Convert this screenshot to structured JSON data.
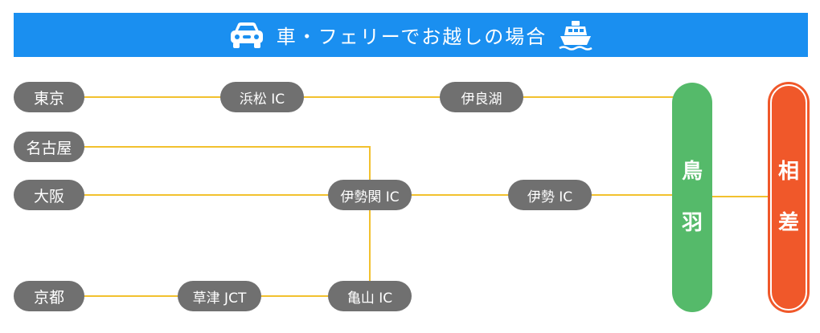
{
  "header": {
    "title": "車・フェリーでお越しの場合",
    "bg_color": "#1a8ff0",
    "left_icon": "car-icon",
    "right_icon": "ferry-icon"
  },
  "origins": {
    "tokyo": "東京",
    "nagoya": "名古屋",
    "osaka": "大阪",
    "kyoto": "京都"
  },
  "stops": {
    "hamamatsu": "浜松 IC",
    "irako": "伊良湖",
    "iseseki": "伊勢関 IC",
    "ise": "伊勢 IC",
    "kusatsu": "草津 JCT",
    "kameyama": "亀山 IC"
  },
  "toba": {
    "chars": [
      "鳥",
      "羽"
    ],
    "color": "#55ba6a"
  },
  "aisa": {
    "chars": [
      "相",
      "差"
    ],
    "color": "#f0582a"
  },
  "colors": {
    "line": "#f2c12e",
    "node": "#707070"
  }
}
